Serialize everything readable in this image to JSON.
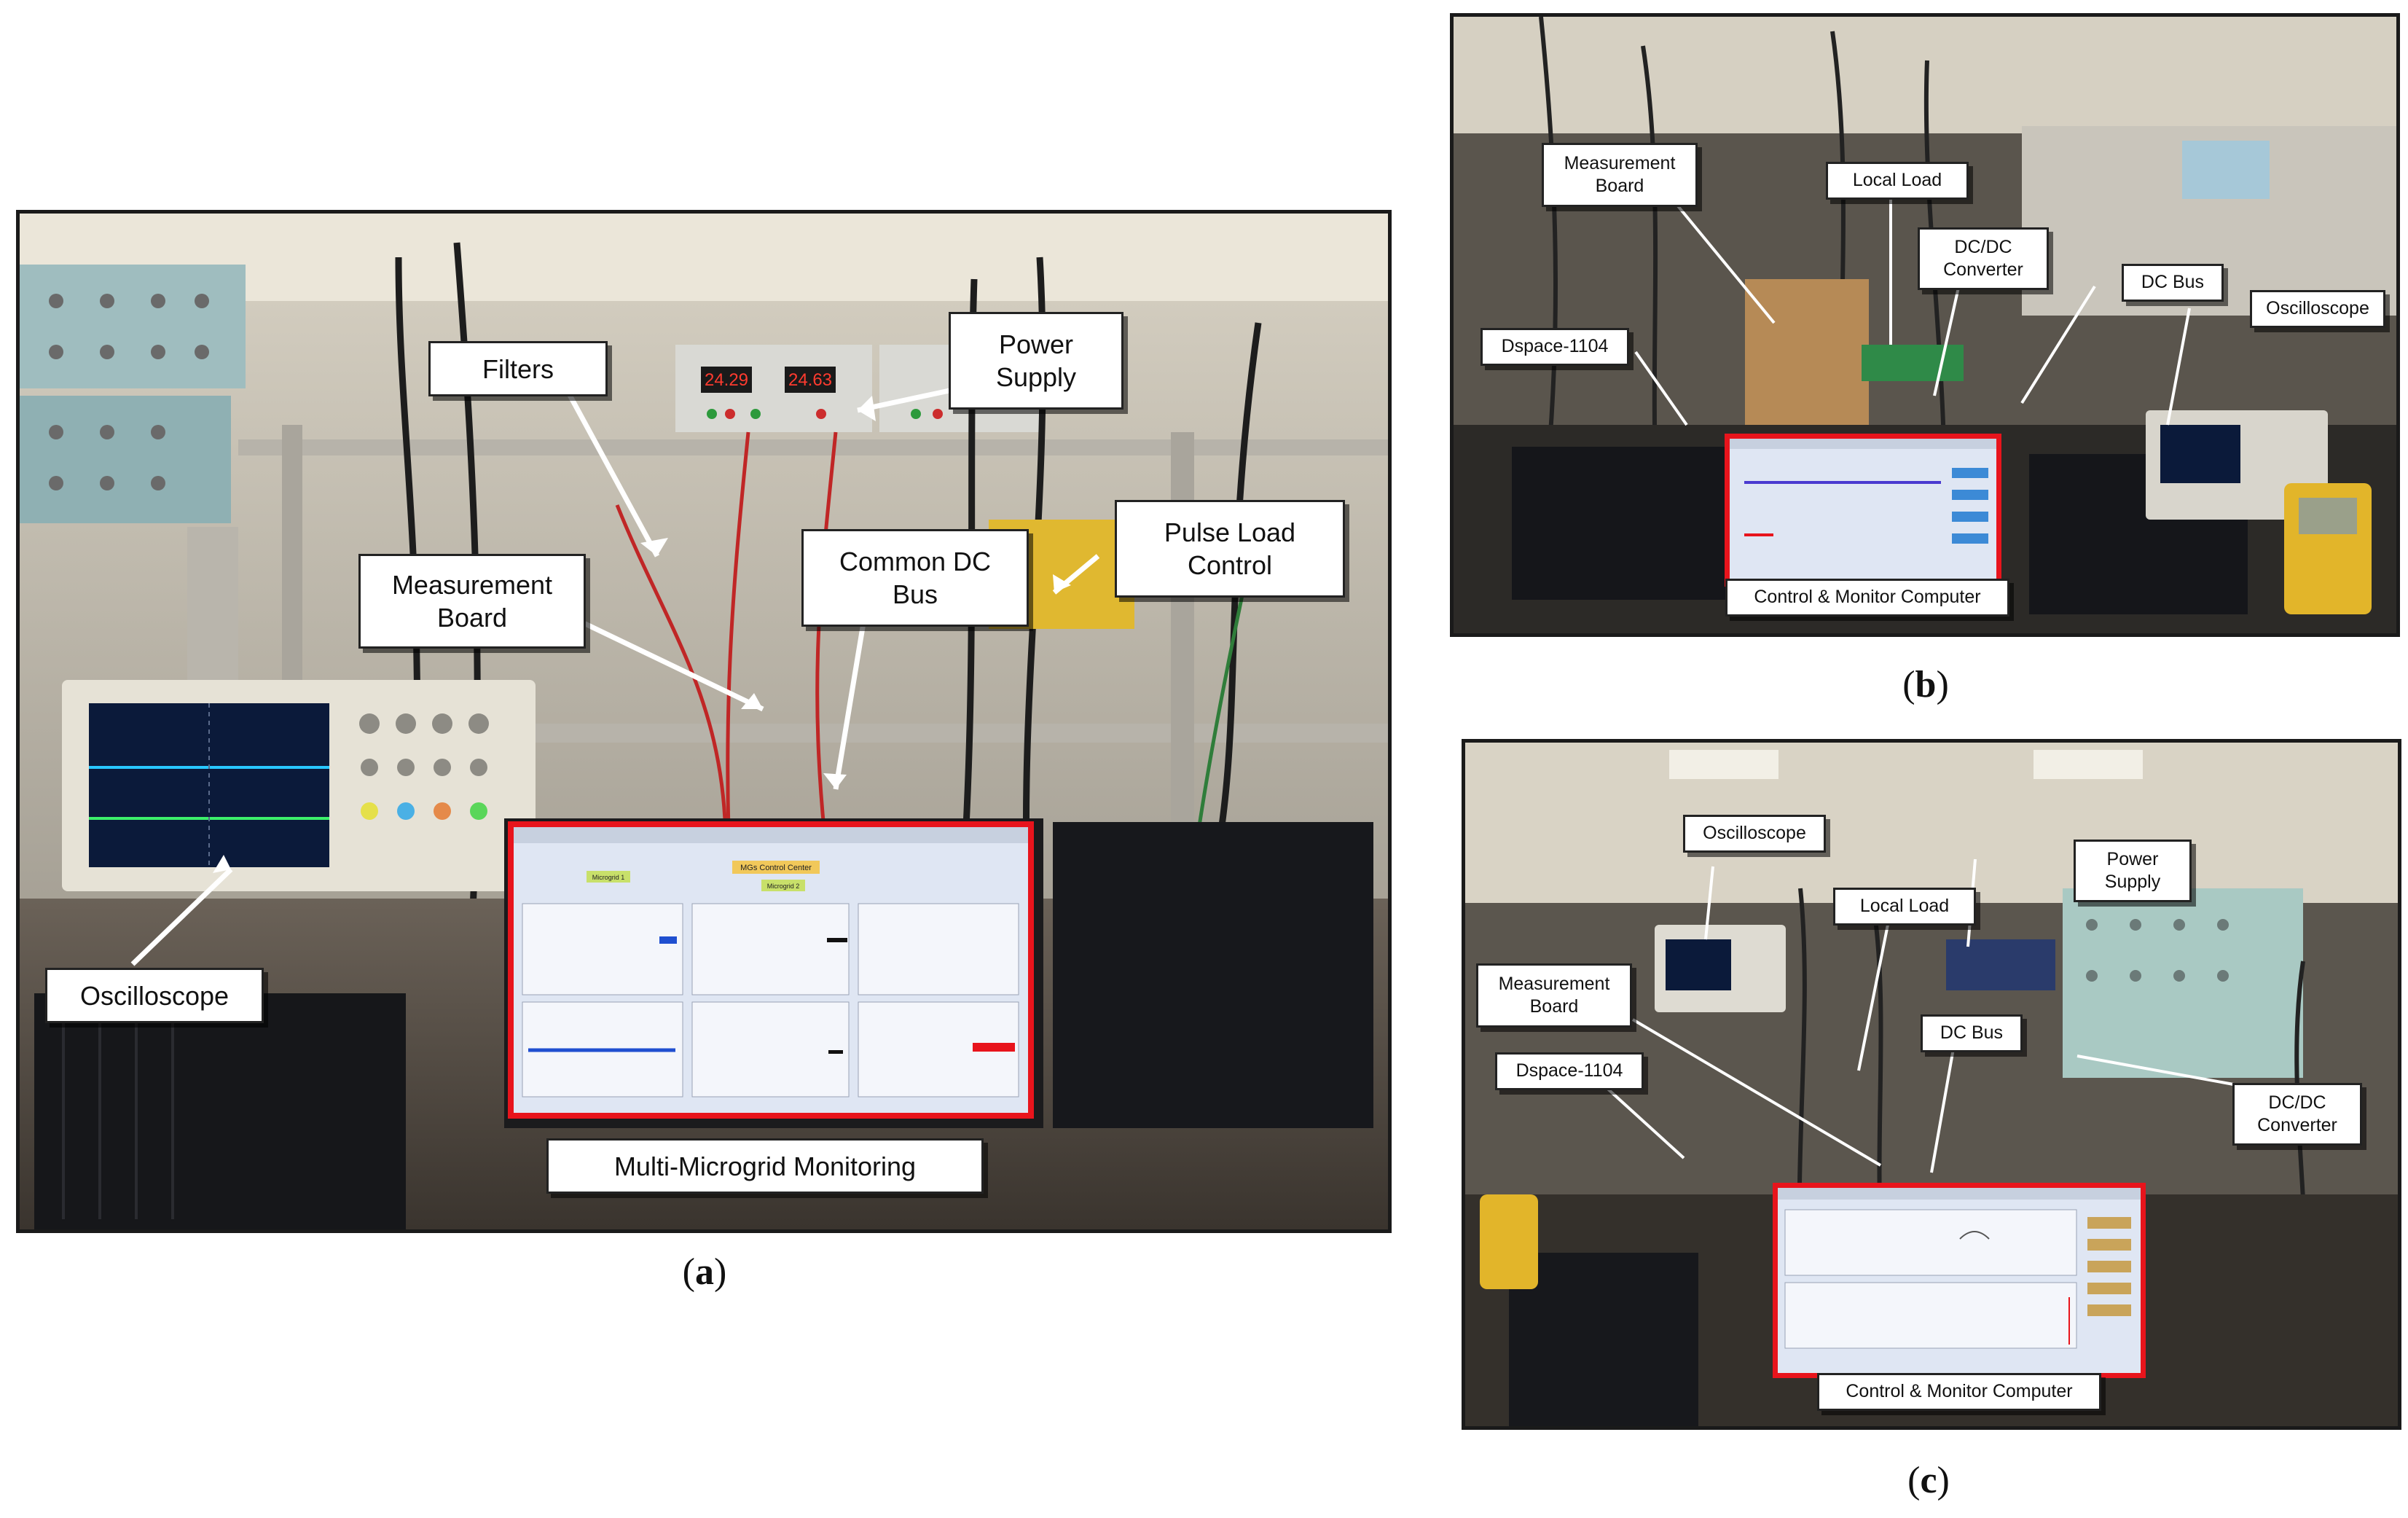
{
  "panels": {
    "a": {
      "caption_letter": "a",
      "labels": {
        "filters": "Filters",
        "power_supply": "Power\nSupply",
        "measurement_board": "Measurement\nBoard",
        "common_dc_bus": "Common DC\nBus",
        "pulse_load_control": "Pulse Load\nControl",
        "oscilloscope": "Oscilloscope",
        "monitoring": "Multi-Microgrid Monitoring"
      },
      "screen": {
        "title": "MGs Control Center",
        "tag_left": "Microgrid 1",
        "tag_mid": "Microgrid 2"
      },
      "psu_readouts": [
        "24.29",
        "24.63"
      ]
    },
    "b": {
      "caption_letter": "b",
      "labels": {
        "measurement_board": "Measurement\nBoard",
        "local_load": "Local Load",
        "dcdc_converter": "DC/DC\nConverter",
        "dc_bus": "DC Bus",
        "oscilloscope": "Oscilloscope",
        "dspace": "Dspace-1104",
        "control_computer": "Control & Monitor Computer"
      }
    },
    "c": {
      "caption_letter": "c",
      "labels": {
        "oscilloscope": "Oscilloscope",
        "power_supply": "Power\nSupply",
        "local_load": "Local Load",
        "measurement_board": "Measurement\nBoard",
        "dc_bus": "DC Bus",
        "dspace": "Dspace-1104",
        "dcdc_converter": "DC/DC\nConverter",
        "control_computer": "Control & Monitor Computer"
      }
    }
  },
  "colors": {
    "highlight_red": "#e8141c",
    "trace_blue": "#1f4fd0",
    "trace_green": "#2ecc40",
    "screen_bg": "#dfe6f3"
  }
}
